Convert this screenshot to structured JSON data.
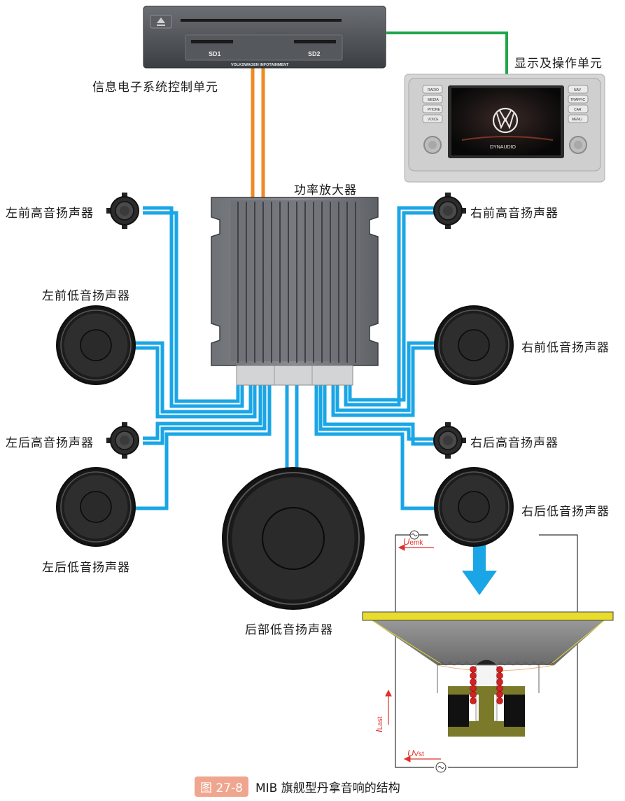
{
  "head_unit": {
    "label": "信息电子系统控制单元",
    "slot1": "SD1",
    "slot2": "SD2",
    "brand": "VOLKSWAGEN INFOTAINMENT"
  },
  "display_unit": {
    "label": "显示及操作单元",
    "buttons_left": [
      "RADIO",
      "MEDIA",
      "PHONE",
      "VOICE"
    ],
    "buttons_right": [
      "NAV",
      "TRAFFIC",
      "CAR",
      "MENU"
    ],
    "screen_brand": "DYNAUDIO"
  },
  "amplifier": {
    "label": "功率放大器"
  },
  "speakers": {
    "left_front_tweeter": "左前高音扬声器",
    "left_front_woofer": "左前低音扬声器",
    "left_rear_tweeter": "左后高音扬声器",
    "left_rear_woofer": "左后低音扬声器",
    "right_front_tweeter": "右前高音扬声器",
    "right_front_woofer": "右前低音扬声器",
    "right_rear_tweeter": "右后高音扬声器",
    "right_rear_woofer": "右后低音扬声器",
    "rear_subwoofer": "后部低音扬声器"
  },
  "detail": {
    "u_emk_main": "U",
    "u_emk_sub": "emk",
    "i_last_main": "I",
    "i_last_sub": "Last",
    "u_vst_main": "U",
    "u_vst_sub": "Vst"
  },
  "caption": {
    "figure_no": "图 27-8",
    "title": "MIB 旗舰型丹拿音响的结构"
  },
  "colors": {
    "audio_wire": "#1aa6e6",
    "signal_wire": "#f08a24",
    "display_wire": "#1ea64a",
    "annotation": "#e0312c",
    "coil": "#d42020",
    "magnet": "#7a7a2a",
    "rim": "#e8dc2c"
  }
}
